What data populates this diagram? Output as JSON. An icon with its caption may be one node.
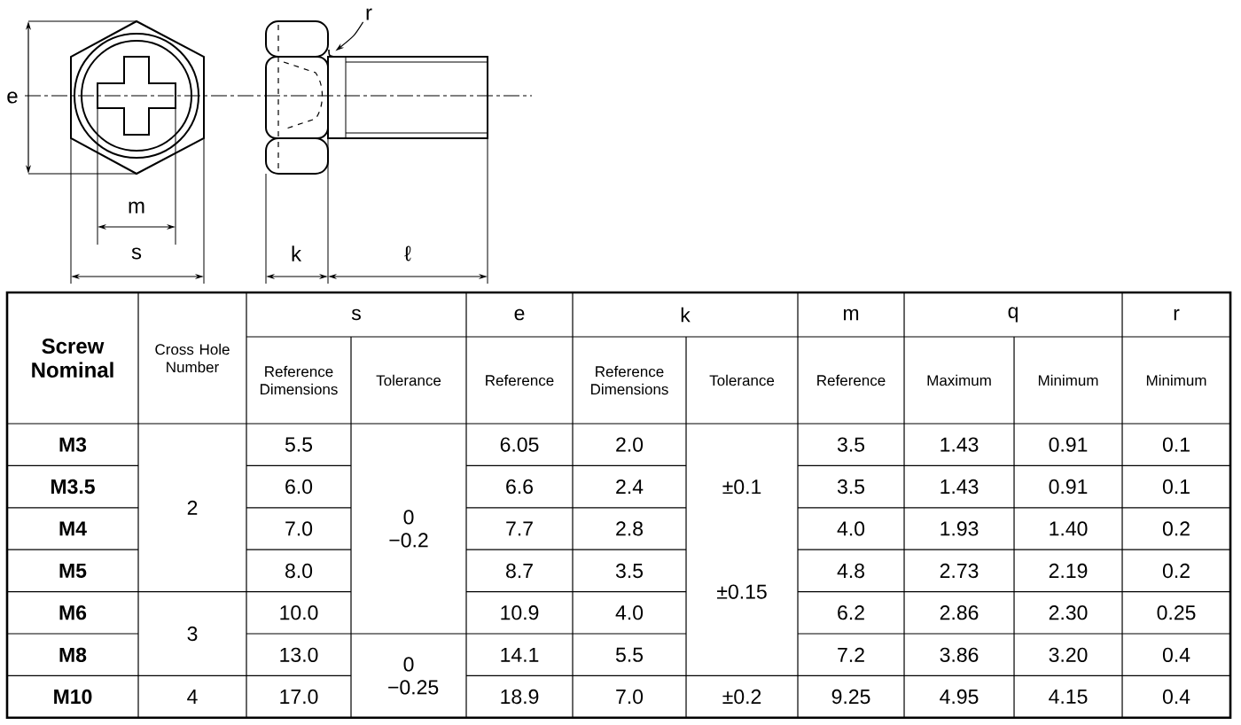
{
  "diagram": {
    "nodes": [
      {
        "text": [
          "r"
        ]
      },
      {
        "text": [],
        "shape": "picture"
      }
    ],
    "edges": [
      {
        "from": 0,
        "to": 1,
        "arrow": "to"
      }
    ],
    "labels": [
      "e",
      "m",
      "s",
      "k",
      "ℓ",
      "Screw Nominal",
      "Cross Hole Number",
      "s",
      "e",
      "k",
      "m",
      "q",
      "r",
      "Reference Dimensions",
      "Tolerance",
      "Reference",
      "Reference Dimensions",
      "Tolerance",
      "Reference",
      "Maximum",
      "Minimum",
      "Minimum",
      "M3",
      "2",
      "5.5",
      "0 −0.2",
      "6.05",
      "2.0",
      "±0.1",
      "3.5",
      "1.43",
      "0.91",
      "0.1",
      "M3.5",
      "6.0",
      "6.6",
      "2.4",
      "3.5",
      "1.43",
      "0.91",
      "0.1",
      "M4",
      "7.0",
      "7.7",
      "2.8",
      "4.0",
      "1.93",
      "1.40",
      "0.2",
      "M5",
      "8.0",
      "8.7",
      "3.5",
      "±0.15",
      "4.8",
      "2.73",
      "2.19",
      "0.2",
      "M6",
      "3",
      "10.0",
      "10.9",
      "4.0",
      "6.2",
      "2.86",
      "2.30",
      "0.25",
      "M8",
      "13.0",
      "0 −0.25",
      "14.1",
      "5.5",
      "7.2",
      "3.86",
      "3.20",
      "0.4",
      "M10",
      "4",
      "17.0",
      "18.9",
      "7.0",
      "±0.2",
      "9.25",
      "4.95",
      "4.15",
      "0.4"
    ]
  }
}
